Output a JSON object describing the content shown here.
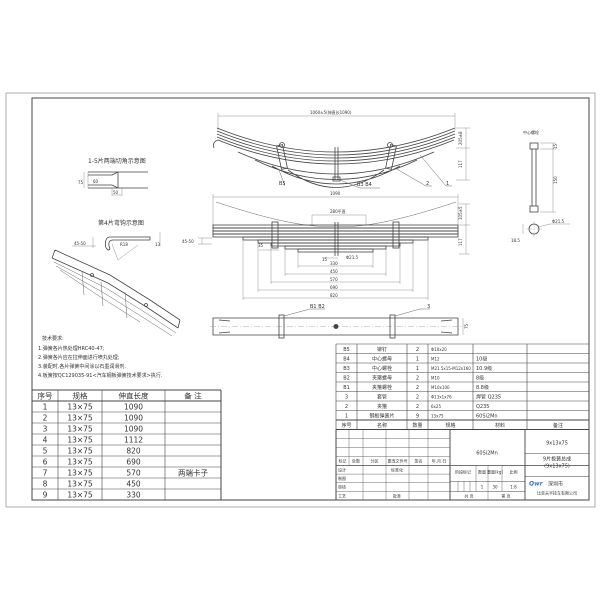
{
  "views": {
    "corner_cut_title": "1-5片两端切角示意图",
    "corner_cut_dims": [
      "75",
      "60",
      "50"
    ],
    "hook_title": "第4片弯钩示意图",
    "hook_dims": [
      "45-50",
      "R18",
      "13",
      "45-50"
    ],
    "top_view_dims": {
      "length": "1060±5(伸直长1090)",
      "height1": "205±8",
      "height2": "117"
    },
    "top_view_labels": [
      "B5",
      "B3 B4",
      "2",
      "1"
    ],
    "flat_view_dims": {
      "length": "1090",
      "flat": "280平直",
      "height1": "105±5",
      "height2": "117",
      "d1": "35",
      "d2": "15",
      "hole": "Φ21.5",
      "lengths": [
        "330",
        "450",
        "570",
        "690",
        "820"
      ]
    },
    "plan_view_labels": [
      "B1 B2",
      "3"
    ],
    "plan_view_dim": "75",
    "bolt_title": "中心螺栓",
    "bolt_dims": [
      "15",
      "150",
      "Φ21.5",
      "18.5"
    ]
  },
  "notes": {
    "title": "技术要求:",
    "items": [
      "1.弹簧各片热处理HRC40-47;",
      "2.弹簧各片应在拉伸面进行喷丸处理;",
      "3.装配时,各片弹簧中间涂以石墨润滑剂.",
      "4.板簧按QC129035-91<汽车钢板弹簧技术要求>执行."
    ]
  },
  "leaf_table": {
    "headers": [
      "序号",
      "规格",
      "伸直长度",
      "备  注"
    ],
    "rows": [
      [
        "1",
        "13×75",
        "1090",
        ""
      ],
      [
        "2",
        "13×75",
        "1090",
        ""
      ],
      [
        "3",
        "13×75",
        "1090",
        ""
      ],
      [
        "4",
        "13×75",
        "1112",
        ""
      ],
      [
        "5",
        "13×75",
        "820",
        ""
      ],
      [
        "6",
        "13×75",
        "690",
        ""
      ],
      [
        "7",
        "13×75",
        "570",
        "两端卡子"
      ],
      [
        "8",
        "13×75",
        "450",
        ""
      ],
      [
        "9",
        "13×75",
        "330",
        ""
      ]
    ]
  },
  "bom_table": {
    "rows": [
      [
        "B5",
        "铆钉",
        "2",
        "Φ10x20",
        "",
        ""
      ],
      [
        "B4",
        "中心螺母",
        "1",
        "M12",
        "10级",
        ""
      ],
      [
        "B3",
        "中心螺栓",
        "1",
        "M21.5x15-M12x160",
        "10.9级",
        ""
      ],
      [
        "B2",
        "夹箍螺母",
        "2",
        "M10",
        "8级",
        ""
      ],
      [
        "B1",
        "夹箍螺栓",
        "2",
        "M10x100",
        "8.8级",
        ""
      ],
      [
        "3",
        "套管",
        "2",
        "Φ13x1x76",
        "焊管 Q235",
        ""
      ],
      [
        "2",
        "夹箍",
        "2",
        "6x25",
        "Q235",
        ""
      ],
      [
        "1",
        "钢板弹簧片",
        "9",
        "13x75",
        "60Si2Mn",
        ""
      ]
    ],
    "headers": [
      "序号",
      "名称",
      "数量",
      "规格",
      "材料",
      "备注"
    ]
  },
  "title_block": {
    "revision_headers": [
      "标记",
      "处数",
      "分区",
      "更改文件号",
      "签名",
      "年.月.日"
    ],
    "sign_rows": [
      "设计",
      "制图",
      "审核",
      "工艺"
    ],
    "std_label": "标准化",
    "approve_label": "批准",
    "material": "60Si2Mn",
    "stage_headers": [
      "阶段标记",
      "数量",
      "重量(kg)",
      "比例"
    ],
    "stage_values": [
      "1",
      "30",
      "1:8"
    ],
    "sheet_labels": [
      "共  页",
      "第  页"
    ],
    "drawing_number": "9x13x75",
    "part_name": "9片板簧总成",
    "part_spec": "(9x13x75)",
    "company_city": "深圳市",
    "company_name": "比亚夫半挂车有限公司",
    "logo_text": "Qwr",
    "brand_color": "#3a7bc8"
  }
}
